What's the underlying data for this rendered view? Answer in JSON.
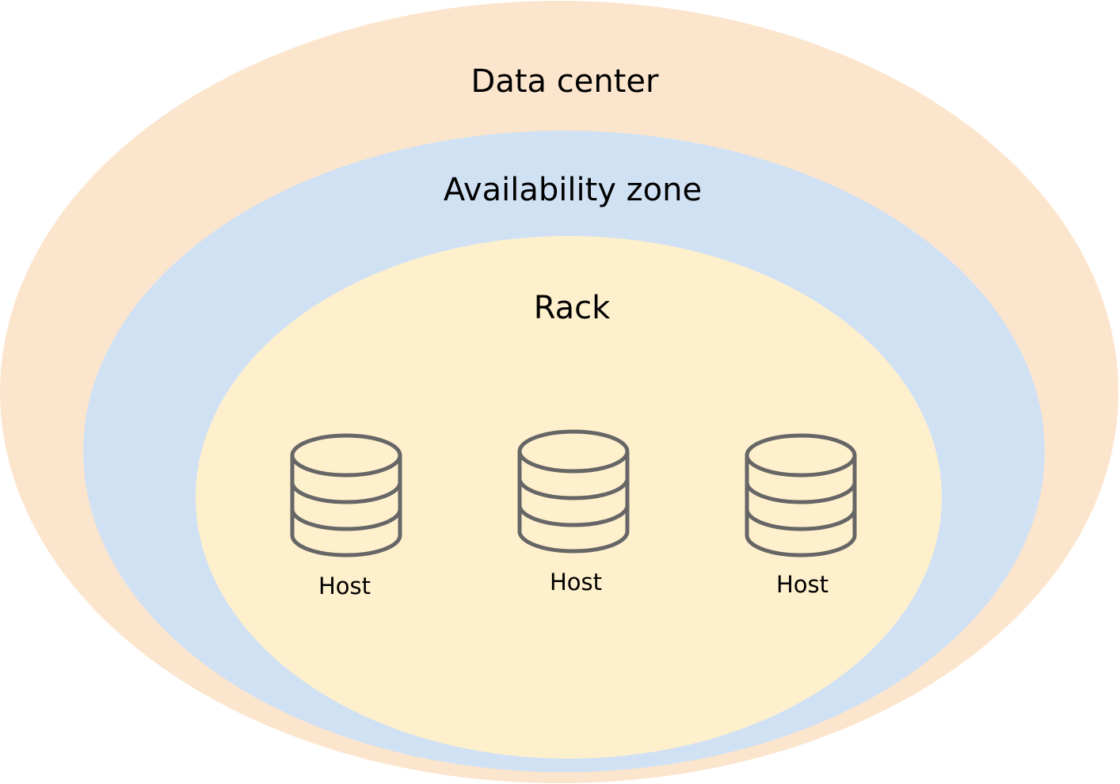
{
  "regions": {
    "data_center": {
      "label": "Data center",
      "color": "#fce5cd"
    },
    "availability_zone": {
      "label": "Availability zone",
      "color": "#d1e1f4"
    },
    "rack": {
      "label": "Rack",
      "color": "#fff0cd"
    }
  },
  "hosts": [
    {
      "label": "Host",
      "icon": "database-icon"
    },
    {
      "label": "Host",
      "icon": "database-icon"
    },
    {
      "label": "Host",
      "icon": "database-icon"
    }
  ],
  "icon_stroke_color": "#666666"
}
